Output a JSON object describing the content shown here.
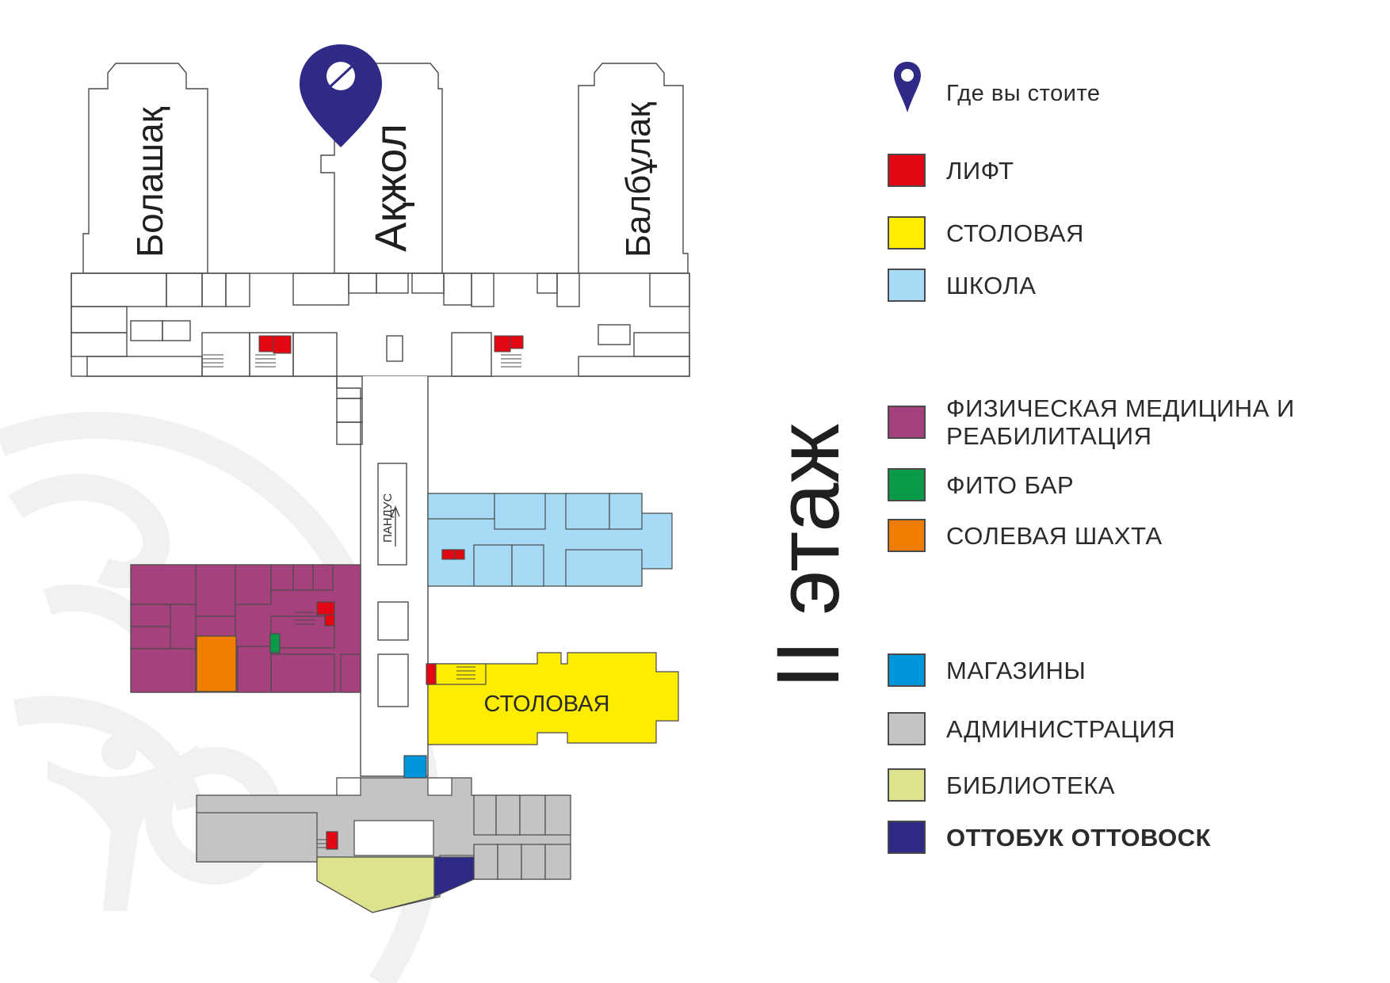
{
  "map": {
    "wings": [
      {
        "id": "bolashak",
        "label": "Болашақ"
      },
      {
        "id": "akzhol",
        "label": "Ақжол"
      },
      {
        "id": "balbulak",
        "label": "Балбұлақ"
      }
    ],
    "ramp_label": "ПАНДУС",
    "canteen_label": "СТОЛОВАЯ",
    "floor_label": "II этаж"
  },
  "legend": {
    "you_are_here": "Где вы стоите",
    "items": [
      {
        "label": "ЛИФТ",
        "color": "#e30613"
      },
      {
        "label": "СТОЛОВАЯ",
        "color": "#ffed00"
      },
      {
        "label": "ШКОЛА",
        "color": "#a7daf4"
      },
      {
        "label": "ФИЗИЧЕСКАЯ МЕДИЦИНА И",
        "label2": "РЕАБИЛИТАЦИЯ",
        "color": "#a5427d"
      },
      {
        "label": "ФИТО БАР",
        "color": "#0a9a48"
      },
      {
        "label": "СОЛЕВАЯ ШАХТА",
        "color": "#ee7d00"
      },
      {
        "label": "МАГАЗИНЫ",
        "color": "#0096dc"
      },
      {
        "label": "АДМИНИСТРАЦИЯ",
        "color": "#c4c4c6"
      },
      {
        "label": "БИБЛИОТЕКА",
        "color": "#dde28c"
      },
      {
        "label": "ОТТОБУК ОТТОВОСК",
        "color": "#2e2a85"
      }
    ]
  },
  "colors": {
    "pin": "#2e2a85",
    "outline": "#4a4a4a",
    "watermark": "#f2f2f2"
  }
}
